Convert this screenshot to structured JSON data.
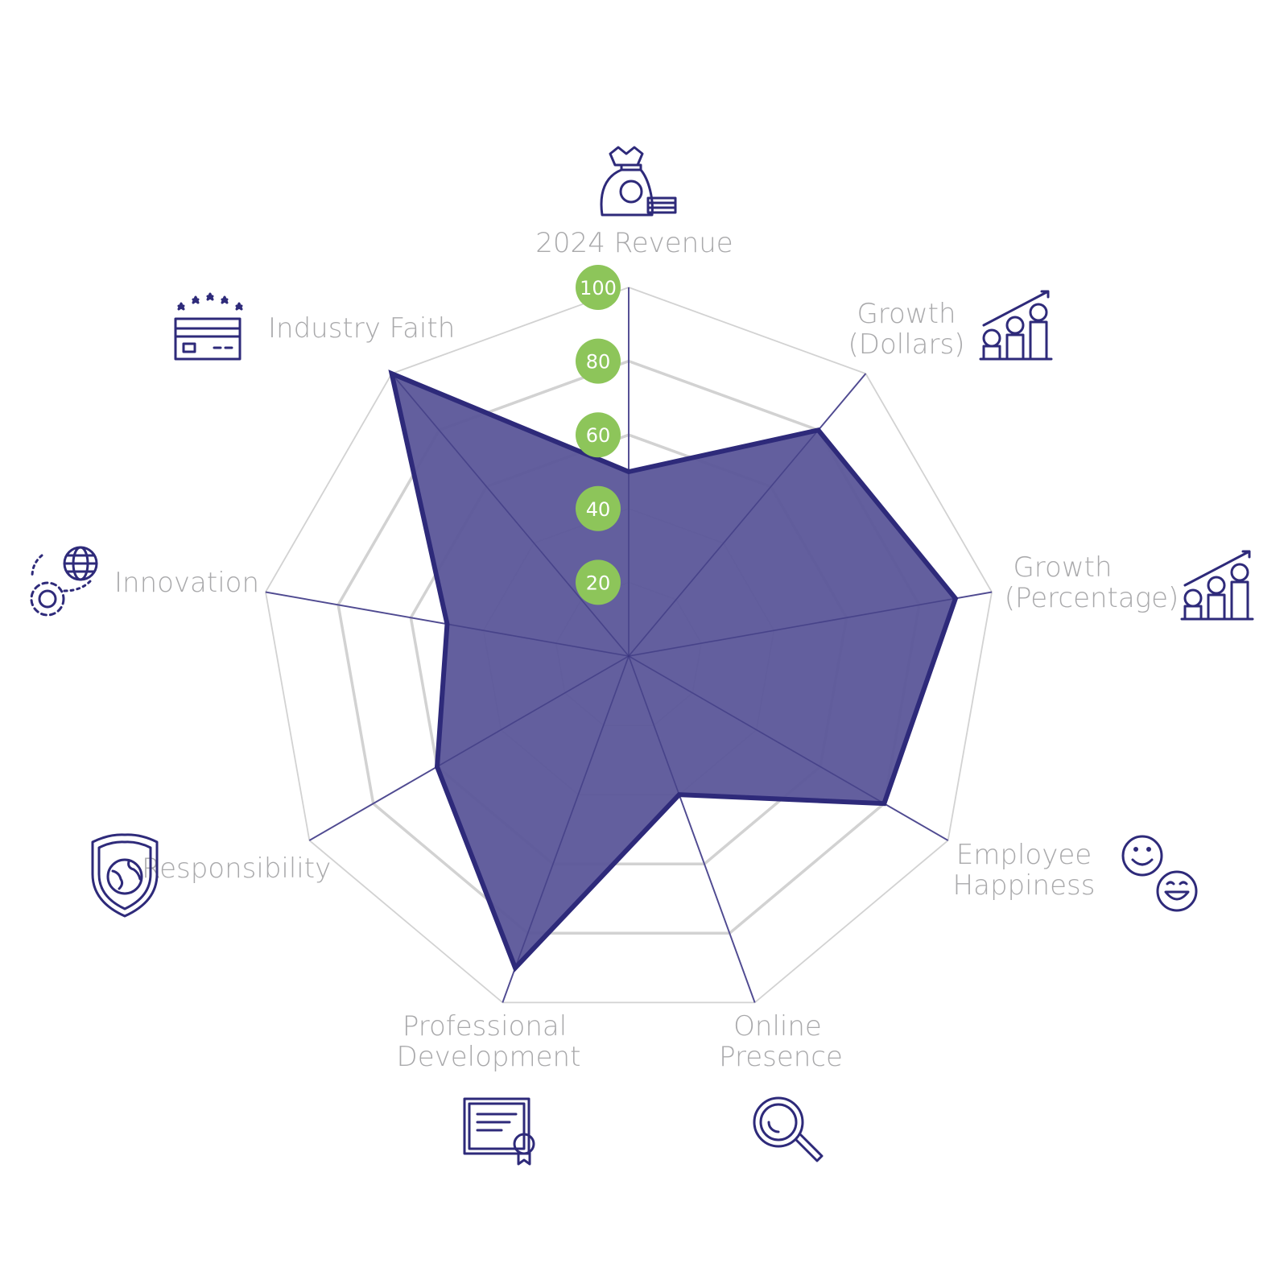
{
  "chart_data": {
    "type": "radar",
    "title": "",
    "axes": [
      "2024 Revenue",
      "Growth (Dollars)",
      "Growth (Percentage)",
      "Employee Happiness",
      "Online Presence",
      "Professional Development",
      "Responsibility",
      "Innovation",
      "Industry Faith"
    ],
    "axis_label_lines": [
      [
        "2024 Revenue"
      ],
      [
        "Growth",
        "(Dollars)"
      ],
      [
        "Growth",
        "(Percentage)"
      ],
      [
        "Employee",
        "Happiness"
      ],
      [
        "Online",
        "Presence"
      ],
      [
        "Professional",
        "Development"
      ],
      [
        "Responsibility"
      ],
      [
        "Innovation"
      ],
      [
        "Industry Faith"
      ]
    ],
    "values": [
      50,
      80,
      90,
      80,
      40,
      90,
      60,
      50,
      100
    ],
    "range": [
      0,
      100
    ],
    "ticks": [
      "20",
      "40",
      "60",
      "80",
      "100"
    ],
    "tick_values": [
      20,
      40,
      60,
      80,
      100
    ],
    "colors": {
      "fill": "#5b5699",
      "stroke": "#2e2a7a",
      "grid": "#d2d2d2",
      "spoke": "#6d68a8",
      "tick_badge": "#8dc55a",
      "label": "#a9a9ab"
    },
    "icons": [
      "money-bag-icon",
      "coins-growth-icon",
      "coins-growth-icon",
      "smiley-faces-icon",
      "magnifier-icon",
      "certificate-icon",
      "globe-shield-icon",
      "globe-gear-icon",
      "rating-card-icon"
    ]
  }
}
